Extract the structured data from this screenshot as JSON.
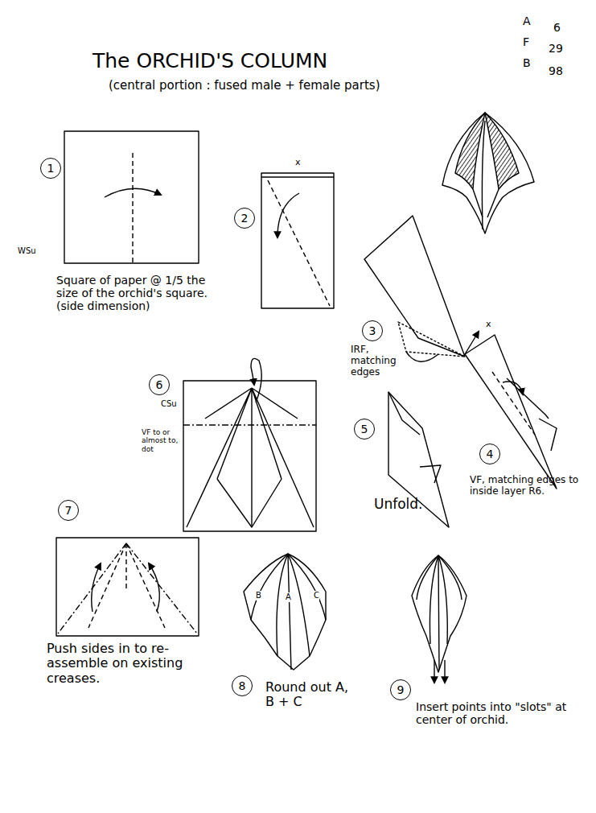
{
  "diagram": {
    "title": "The ORCHID'S COLUMN",
    "nodes": [
      {
        "text": [
          "1"
        ]
      },
      {
        "text": [
          "2"
        ]
      },
      {
        "text": [
          "3"
        ]
      },
      {
        "text": [
          "4"
        ]
      },
      {
        "text": [
          "5"
        ]
      },
      {
        "text": [
          "6"
        ]
      },
      {
        "text": [
          "7"
        ]
      },
      {
        "text": [
          "8"
        ]
      },
      {
        "text": [
          "9"
        ]
      }
    ],
    "labels": [
      "(central portion : fused male + female parts)",
      "A",
      "6",
      "F",
      "29",
      "B",
      "98",
      "WSu",
      "Square of paper @ 1/5 the size of the orchid's square. (side dimension)",
      "x",
      "IRF, matching edges",
      "x",
      "VF, matching edges to inside layer R6.",
      "Unfold.",
      "CSu",
      "VF to or almost to, dot",
      "Push sides in to re-assemble on existing creases.",
      "B",
      "A",
      "C",
      "Round out A, B + C",
      "Insert points into \"slots\" at center of orchid."
    ]
  }
}
